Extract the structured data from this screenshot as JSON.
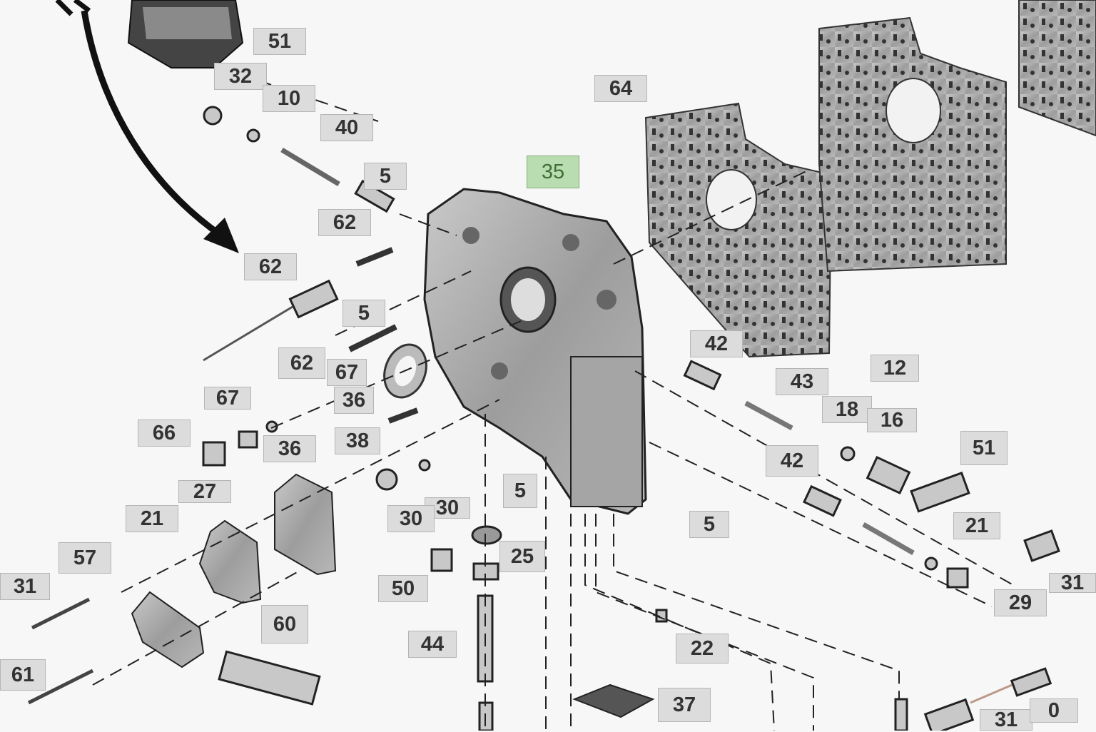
{
  "diagram": {
    "highlight_color": "#b9dcb0",
    "labels": [
      "51",
      "32",
      "10",
      "40",
      "5",
      "62",
      "62",
      "5",
      "64",
      "35",
      "42",
      "12",
      "43",
      "18",
      "16",
      "51",
      "42",
      "21",
      "31",
      "29",
      "62",
      "67",
      "36",
      "67",
      "66",
      "36",
      "38",
      "27",
      "21",
      "30",
      "30",
      "5",
      "5",
      "25",
      "57",
      "31",
      "50",
      "60",
      "44",
      "22",
      "61",
      "37",
      "31",
      "0"
    ]
  }
}
